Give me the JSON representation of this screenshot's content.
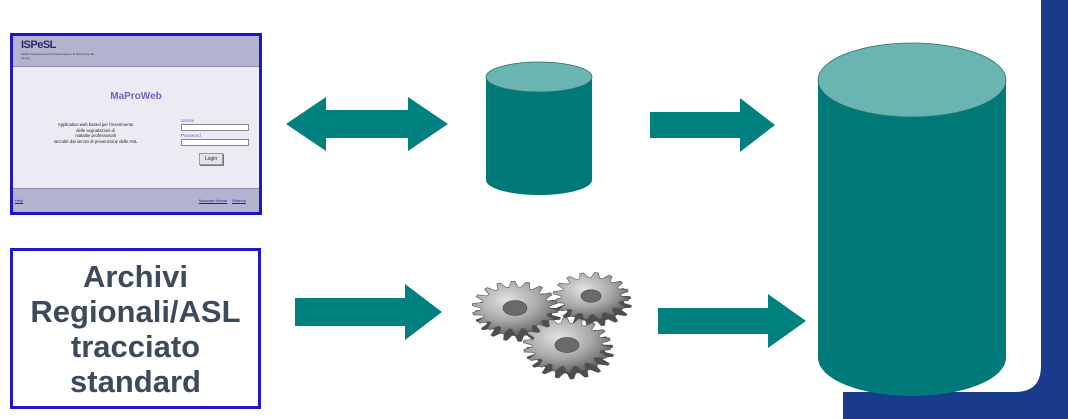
{
  "colors": {
    "teal_side": "#007a78",
    "teal_top": "#6ab5b2",
    "arrow": "#00807f",
    "frame_blue": "#1f18c8",
    "brand_bar": "#1a3a8c",
    "archives_text": "#3c4a5c"
  },
  "screenshot": {
    "logo": "ISPeSL",
    "logo_subtitle": "Istituto Superiore per la Prevenzione e la Sicurezza del Lavoro",
    "app_title": "MaProWeb",
    "description_lines": [
      "Applicativo web based per l'inserimento",
      "delle segnalazioni di",
      "malattie professionali",
      "raccolte dai servizi di prevenzione delle ASL"
    ],
    "user_label": "Utente",
    "password_label": "Password",
    "login_button": "Login",
    "footer_links": [
      "Help",
      "Manuale Utente",
      "Rubrica"
    ]
  },
  "archives": {
    "lines": [
      "Archivi",
      "Regionali/ASL",
      "tracciato",
      "standard"
    ]
  },
  "icons": {
    "gears": "gears-icon",
    "small_database": "database-icon",
    "large_database": "database-icon"
  }
}
